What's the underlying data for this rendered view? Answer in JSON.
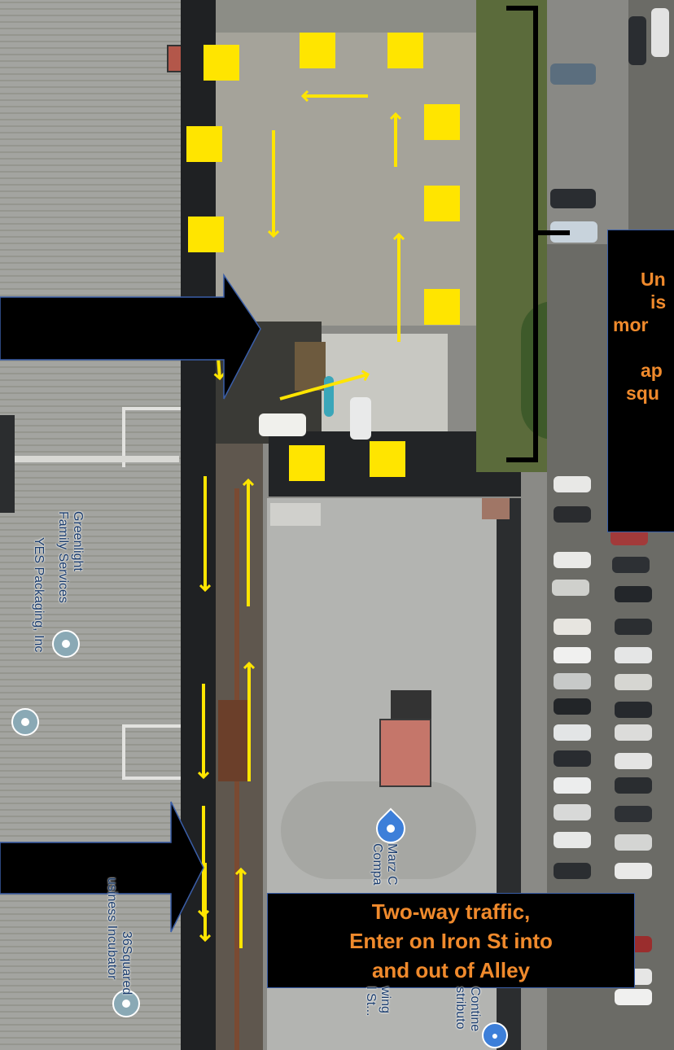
{
  "colors": {
    "arrow": "#ffe500",
    "marker": "#ffe500",
    "label_text": "#f08a2c",
    "label_bg": "#000000",
    "label_border": "#3a5ea8",
    "pin": "#3d7fd9"
  },
  "annotations": {
    "side_note_lines": [
      "Un",
      "is",
      "mor",
      "",
      "ap",
      "squ"
    ],
    "traffic_note_lines": [
      "Two-way traffic,",
      "Enter on Iron St into",
      "and out of Alley"
    ]
  },
  "places": [
    {
      "id": "greenlight",
      "lines": [
        "Greenlight",
        "Family Services"
      ]
    },
    {
      "id": "yes",
      "lines": [
        "YES Packaging, Inc"
      ]
    },
    {
      "id": "marz",
      "lines": [
        "Marz C",
        "Compa"
      ]
    },
    {
      "id": "incubator",
      "lines": [
        "36Squared",
        "usiness Incubator"
      ]
    },
    {
      "id": "brewing",
      "lines": [
        "wing",
        "l St..."
      ]
    },
    {
      "id": "continental",
      "lines": [
        "Contine",
        "stributo"
      ]
    }
  ],
  "icons": {
    "pin": "map-pin-icon",
    "bottle_pin": "beverage-pin-icon",
    "arrow": "direction-arrow-icon",
    "marker": "yellow-square-marker",
    "bracket": "bracket-icon",
    "big_arrow": "big-entry-arrow-icon"
  }
}
